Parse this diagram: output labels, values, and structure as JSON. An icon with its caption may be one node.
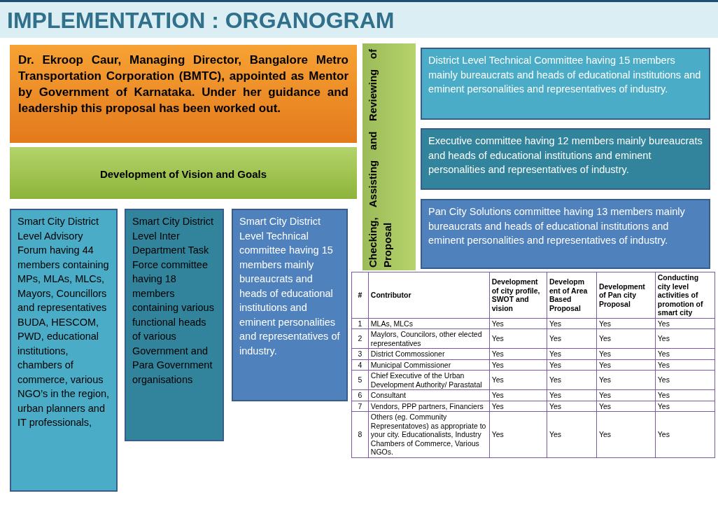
{
  "diagram": {
    "title": "IMPLEMENTATION : ORGANOGRAM",
    "nodes": [
      {
        "text": [
          "Dr. Ekroop Caur, Managing Director, Bangalore Metro Transportation Corporation (BMTC), appointed as Mentor by Government of Karnataka. Under her guidance and leadership this proposal has been worked out."
        ]
      },
      {
        "text": [
          "Development of Vision and Goals"
        ]
      },
      {
        "text": [
          "Smart City District Level Advisory Forum having 44 members containing MPs, MLAs, MLCs, Mayors, Councillors and representatives BUDA, HESCOM, PWD, educational institutions, chambers of commerce, various NGO’s in the region, urban planners and IT professionals,"
        ]
      },
      {
        "text": [
          "Smart City District Level Inter Department Task Force committee having 18 members containing various functional heads of various Government and Para Government organisations"
        ]
      },
      {
        "text": [
          "Smart City District Level Technical committee having 15 members mainly bureaucrats and heads of educational institutions and eminent personalities and representatives of industry."
        ]
      },
      {
        "text": [
          "Checking, Assisting and Reviewing of Proposal"
        ]
      },
      {
        "text": [
          "District Level Technical Committee having 15 members mainly bureaucrats and heads of educational institutions and eminent personalities and representatives of industry."
        ]
      },
      {
        "text": [
          "Executive committee having 12 members mainly bureaucrats and heads of educational institutions and eminent personalities and representatives of industry."
        ]
      },
      {
        "text": [
          "Pan City Solutions committee  having 13 members mainly bureaucrats and heads of educational institutions and eminent personalities and representatives of industry."
        ]
      }
    ],
    "edges": [],
    "labels": [
      "#",
      "Contributor",
      "Development of city profile, SWOT and vision",
      "Developm ent of Area Based Proposal",
      "Development of Pan city Proposal",
      "Conducting city level activities of promotion of smart city",
      "1",
      "MLAs, MLCs",
      "Yes",
      "Yes",
      "Yes",
      "Yes",
      "2",
      "Maylors, Councilors, other elected representatives",
      "Yes",
      "Yes",
      "Yes",
      "Yes",
      "3",
      "District Commossioner",
      "Yes",
      "Yes",
      "Yes",
      "Yes",
      "4",
      "Municipal Commissioner",
      "Yes",
      "Yes",
      "Yes",
      "Yes",
      "5",
      "Chief Executive of the Urban Development Authority/ Parastatal",
      "Yes",
      "Yes",
      "Yes",
      "Yes",
      "6",
      "Consultant",
      "Yes",
      "Yes",
      "Yes",
      "Yes",
      "7",
      "Vendors, PPP partners, Financiers",
      "Yes",
      "Yes",
      "Yes",
      "Yes",
      "8",
      "Others (eg. Community Representatoves) as appropriate to your city. Educationalists, Industry Chambers of Commerce, Various NGOs.",
      "Yes",
      "Yes",
      "Yes",
      "Yes"
    ]
  }
}
